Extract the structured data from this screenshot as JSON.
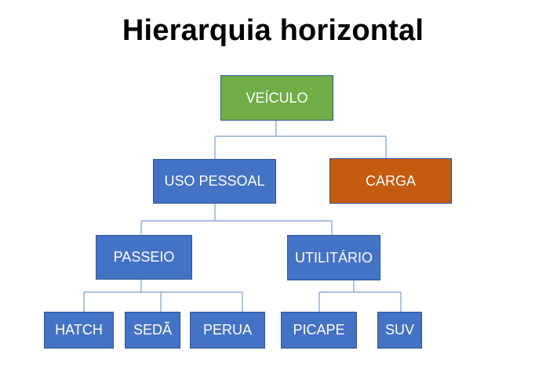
{
  "title": "Hierarquia horizontal",
  "colors": {
    "root": "#70ad47",
    "node": "#4472c4",
    "cargo": "#c55a11",
    "connector": "#8eaad4"
  },
  "nodes": {
    "veiculo": "VEÍCULO",
    "uso_pessoal": "USO PESSOAL",
    "carga": "CARGA",
    "passeio": "PASSEIO",
    "utilitario": "UTILITÁRIO",
    "hatch": "HATCH",
    "seda": "SEDÃ",
    "perua": "PERUA",
    "picape": "PICAPE",
    "suv": "SUV"
  }
}
